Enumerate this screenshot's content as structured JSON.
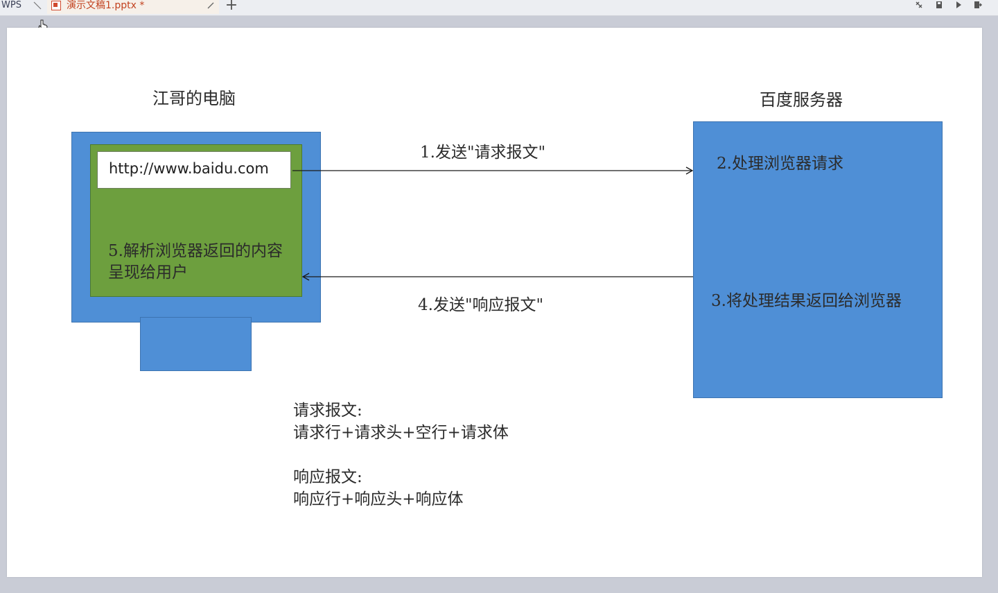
{
  "topbar": {
    "app_name": "WPS",
    "document_tab": "演示文稿1.pptx *",
    "new_tab_symbol": "+"
  },
  "slide": {
    "computer_label": "江哥的电脑",
    "server_label": "百度服务器",
    "url": "http://www.baidu.com",
    "step1": "1.发送\"请求报文\"",
    "step2": "2.处理浏览器请求",
    "step3": "3.将处理结果返回给浏览器",
    "step4": "4.发送\"响应报文\"",
    "step5_line1": "5.解析浏览器返回的内容",
    "step5_line2": "呈现给用户",
    "request_title": "请求报文:",
    "request_body": "请求行+请求头+空行+请求体",
    "response_title": "响应报文:",
    "response_body": "响应行+响应头+响应体"
  },
  "colors": {
    "monitor_blue": "#4f8fd6",
    "screen_green": "#6d9f3e",
    "server_blue": "#4f8fd6"
  }
}
